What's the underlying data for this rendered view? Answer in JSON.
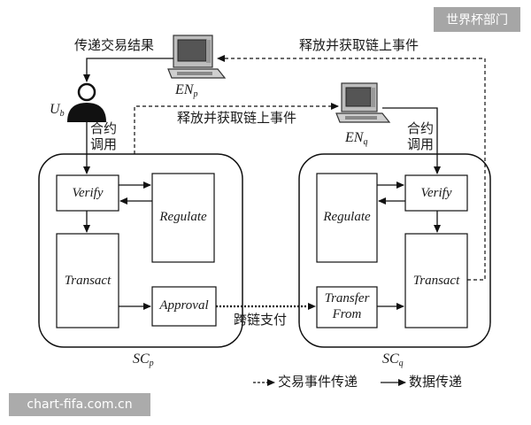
{
  "watermark_top": "世界杯部门",
  "watermark_bottom": "chart-fifa.com.cn",
  "nodes": {
    "en_p": {
      "main": "EN",
      "sub": "p"
    },
    "en_q": {
      "main": "EN",
      "sub": "q"
    },
    "user": {
      "main": "U",
      "sub": "b"
    },
    "sc_p": {
      "main": "SC",
      "sub": "p"
    },
    "sc_q": {
      "main": "SC",
      "sub": "q"
    }
  },
  "boxes": {
    "verify_p": "Verify",
    "regulate_p": "Regulate",
    "transact_p": "Transact",
    "approval_p": "Approval",
    "regulate_q": "Regulate",
    "verify_q": "Verify",
    "transfer_q_line1": "Transfer",
    "transfer_q_line2": "From",
    "transact_q": "Transact"
  },
  "edges": {
    "pass_result": "传递交易结果",
    "release_event_top": "释放并获取链上事件",
    "release_event_mid": "释放并获取链上事件",
    "contract_call_p_line1": "合约",
    "contract_call_p_line2": "调用",
    "contract_call_q_line1": "合约",
    "contract_call_q_line2": "调用",
    "cross_chain_pay": "跨链支付"
  },
  "legend": {
    "dashed": "交易事件传递",
    "solid": "数据传递"
  }
}
